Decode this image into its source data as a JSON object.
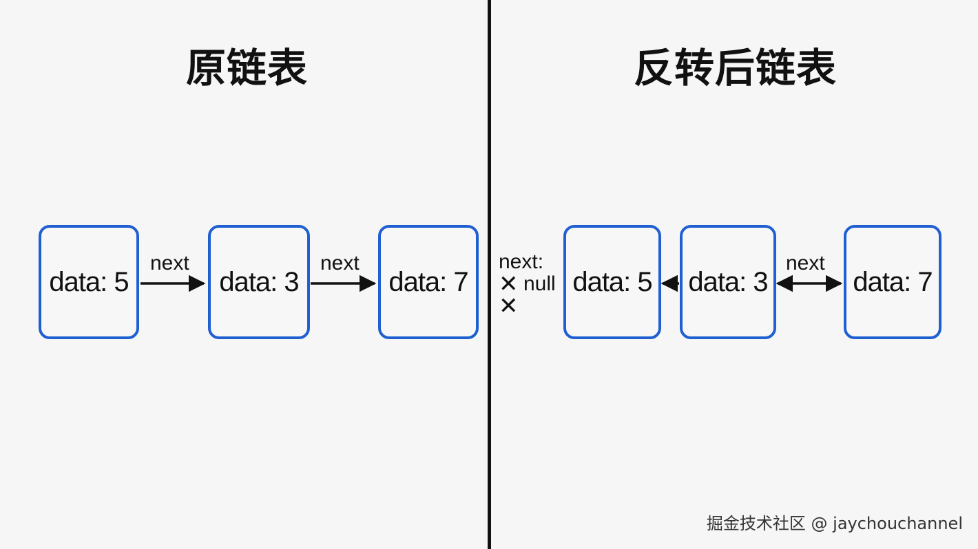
{
  "left_panel": {
    "title": "原链表",
    "nodes": [
      "data: 5",
      "data: 3",
      "data: 7"
    ],
    "edge_labels": [
      "next",
      "next"
    ]
  },
  "right_panel": {
    "title": "反转后链表",
    "null_label_line1": "next:",
    "null_label_value": "null",
    "nodes": [
      "data: 5",
      "data: 3",
      "data: 7"
    ],
    "edge_labels": [
      "next"
    ]
  },
  "watermark": "掘金技术社区 @ jaychouchannel",
  "colors": {
    "node_border": "#1f5fd1",
    "divider": "#111111",
    "background": "#f6f6f6"
  },
  "icons": {
    "cross": "close-icon"
  }
}
